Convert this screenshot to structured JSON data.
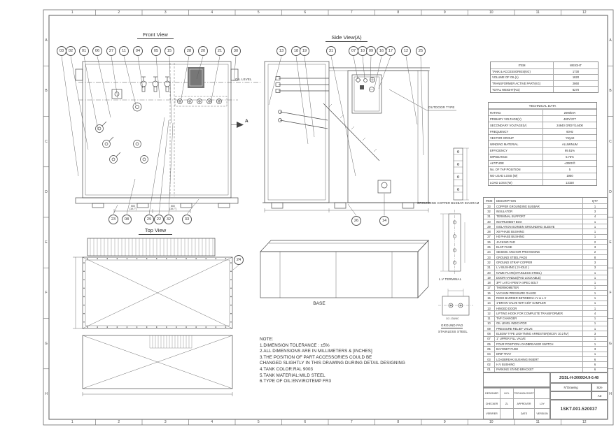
{
  "frame": {
    "columns": [
      "1",
      "2",
      "3",
      "4",
      "5",
      "6",
      "7",
      "8",
      "9",
      "10",
      "11",
      "12"
    ],
    "rows": [
      "A",
      "B",
      "C",
      "D",
      "E",
      "F",
      "G",
      "H"
    ]
  },
  "views": {
    "front": {
      "title": "Front View",
      "balloons_top": [
        "03",
        "02",
        "01",
        "06",
        "27",
        "11",
        "04",
        "05",
        "15",
        "28",
        "20",
        "21",
        "30"
      ],
      "balloons_bottom": [
        "23",
        "08",
        "29",
        "22",
        "32",
        "33"
      ],
      "oil_level_label": "OIL LEVEL",
      "section_label": "A",
      "dim_value": "500",
      "dim_inch": "[19.7\"]"
    },
    "side": {
      "title": "Side View(A)",
      "balloons_top": [
        "13",
        "18",
        "19",
        "31",
        "07",
        "10",
        "09",
        "16",
        "17",
        "12",
        "25"
      ],
      "balloons_bottom": [
        "26",
        "14"
      ],
      "outdoor_label": "OUTDOOR TYPE"
    },
    "top": {
      "title": "Top View",
      "balloon": "24"
    },
    "base": {
      "title": "BASE"
    }
  },
  "grounding": {
    "busbar_label": "GROUNDING COPPER BUSBAR DIAGRAM",
    "lv_terminal_label": "L.V TERMINAL",
    "thread_label": "1/2-13UNC",
    "ground_pad_label": "GROUND PAD",
    "material_label": "STAINLESS STEEL"
  },
  "weight_table": {
    "headers": [
      "ITEM",
      "WEIGHT"
    ],
    "rows": [
      [
        "TANK & ACCESSORIES(KG)",
        "1730"
      ],
      [
        "VOLUME OF OIL(L)",
        "1820"
      ],
      [
        "TRANSFORMER ACTIVE PART(KG)",
        "2860"
      ],
      [
        "TOTAL WEIGHT(KG)",
        "6270"
      ]
    ]
  },
  "technical_data": {
    "title": "TECHNICAL DATA",
    "rows": [
      [
        "RATING",
        "2000kVA"
      ],
      [
        "PRIMARY VOLTAGE(V)",
        "480Y/277"
      ],
      [
        "SECONDARY VOLTAGE(V)",
        "24940 GRDY/14400"
      ],
      [
        "FREQUENCY",
        "60Hz"
      ],
      [
        "VECTOR GROUP",
        "YNyn0"
      ],
      [
        "WINDING MATERIAL",
        "ALUMINUM"
      ],
      [
        "EFFICIENCY",
        "99.51%"
      ],
      [
        "IMPEDANCE",
        "5.75%"
      ],
      [
        "ALTITUDE",
        "≤3300 ft"
      ],
      [
        "No. OF TAP POSITION",
        "5"
      ],
      [
        "NO-LOAD LOSS (W)",
        "1950"
      ],
      [
        "LOAD LOSS (W)",
        "13150"
      ]
    ]
  },
  "parts_table": {
    "headers": [
      "ITEM",
      "DESCRIPTION",
      "QTY"
    ],
    "rows": [
      {
        "item": "33",
        "desc": "COPPER GROUNDING BUSBAR",
        "qty": "1"
      },
      {
        "item": "32",
        "desc": "INSULATOR",
        "qty": "3"
      },
      {
        "item": "31",
        "desc": "TERMINAL SUPPORT",
        "qty": "4"
      },
      {
        "item": "30",
        "desc": "INSTRUMENT BOX",
        "qty": "1"
      },
      {
        "item": "29",
        "desc": "ISOLATION SCREEN GROUNDING SLEEVE",
        "qty": "1"
      },
      {
        "item": "28",
        "desc": "X0 PHASE BUSHING",
        "qty": "1"
      },
      {
        "item": "27",
        "desc": "H0 PHASE BUSHING",
        "qty": "1"
      },
      {
        "item": "26",
        "desc": "JACKING PAD",
        "qty": "2"
      },
      {
        "item": "25",
        "desc": "ELSP FUSE",
        "qty": "3"
      },
      {
        "item": "24",
        "desc": "SEISMIC ANCHOR PROVISIONS",
        "qty": "2"
      },
      {
        "item": "23",
        "desc": "GROUND STEEL PADS",
        "qty": "8"
      },
      {
        "item": "22",
        "desc": "GROUND STRAP COPPER",
        "qty": "3"
      },
      {
        "item": "21",
        "desc": "L.V BUSHING ( 2 HOLE )",
        "qty": "3"
      },
      {
        "item": "20",
        "desc": "NAME PLATE(STAINLESS STEEL)",
        "qty": "1"
      },
      {
        "item": "19",
        "desc": "DOOR HANDLE(PAD LOCKABLE)",
        "qty": "1"
      },
      {
        "item": "18",
        "desc": "3PT LATCH PENTA SPEC BOLT",
        "qty": "1"
      },
      {
        "item": "17",
        "desc": "THERMOMETER",
        "qty": "1"
      },
      {
        "item": "16",
        "desc": "VACUUM PRESSURE GAUGE",
        "qty": "1"
      },
      {
        "item": "15",
        "desc": "RIGID BARRIER BETWEEN H.V & L.V",
        "qty": "1"
      },
      {
        "item": "14",
        "desc": "1\"DRAIN VALVE WITH 3/8\" SAMPLER",
        "qty": "1"
      },
      {
        "item": "13",
        "desc": "HINGED DOOR",
        "qty": "1"
      },
      {
        "item": "12",
        "desc": "LIFTING HOOK FOR COMPLETE TRANSFORMER",
        "qty": "4"
      },
      {
        "item": "11",
        "desc": "TAP CHANGER",
        "qty": "1"
      },
      {
        "item": "10",
        "desc": "OIL LEVEL INDICATOR",
        "qty": "1"
      },
      {
        "item": "09",
        "desc": "PRESSURE RELIEF VALVE",
        "qty": "1"
      },
      {
        "item": "08",
        "desc": "ELBOW TYPE LIGHTNING ARRESTER(MCOV 10.2 kV)",
        "qty": "3"
      },
      {
        "item": "07",
        "desc": "1\" UPPER FILL VALVE",
        "qty": "1"
      },
      {
        "item": "06",
        "desc": "FOUR POSITION LOADBREAKER SWITCH",
        "qty": "1"
      },
      {
        "item": "05",
        "desc": "BAYONET FUSE",
        "qty": "3"
      },
      {
        "item": "04",
        "desc": "DRIP TRAY",
        "qty": "1"
      },
      {
        "item": "03",
        "desc": "LOADBREAK BUSHING INSERT",
        "qty": "6"
      },
      {
        "item": "02",
        "desc": "H.V BUSHING",
        "qty": "6"
      },
      {
        "item": "01",
        "desc": "PARKING STAND BRACKET",
        "qty": "6"
      }
    ]
  },
  "title_block": {
    "model": "ZGSL-H-2000/24.9-0.48",
    "drawing_label": "N°Drawing",
    "size_label": "Size",
    "size": "A3",
    "drawing_no": "1SKT.001.520037",
    "grid": [
      [
        "DESIGNER",
        "HCL",
        "TECHNOLOGIST",
        ""
      ],
      [
        "CHECKER",
        "ZL",
        "APPROVER",
        "LXY"
      ],
      [
        "VERIFIER",
        "",
        "DATE",
        "VERSION"
      ]
    ]
  },
  "notes": {
    "lines": [
      "NOTE:",
      "1.DIMENSION TOLERANCE : ±5%",
      "2.ALL DIMENSIONS ARE IN MILLIMETERS & [INCHES]",
      "3.THE POSITION OF PART ACCESSORIES COULD BE",
      "CHANGED SLIGHTLY IN THIS DRAWING DURING DETAIL DESIGNING",
      "4.TANK COLOR:RAL 9003",
      "5.TANK MATERIAL:MILD STEEL",
      "6.TYPE OF OIL:ENVIROTEMP FR3"
    ]
  }
}
